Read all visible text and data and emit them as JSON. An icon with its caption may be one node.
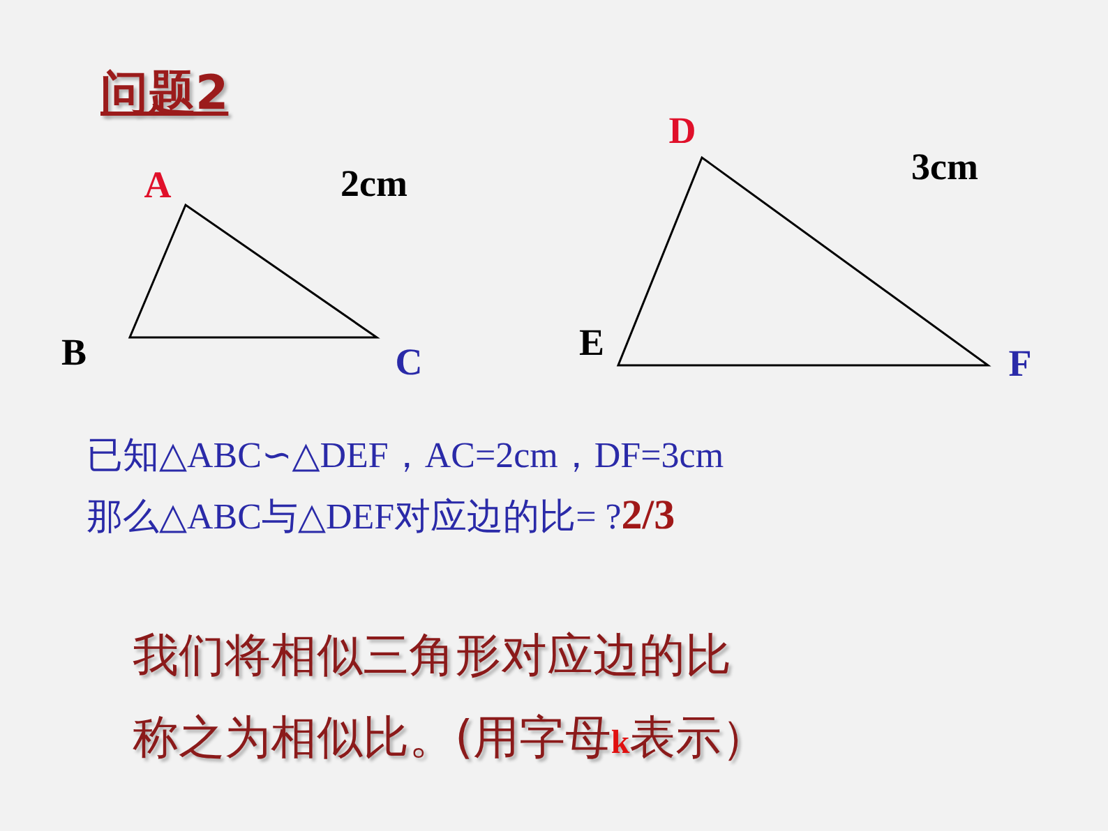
{
  "diagram": {
    "title": "问题2",
    "labels": [
      "A",
      "B",
      "C",
      "2cm",
      "D",
      "E",
      "F",
      "3cm",
      "已知△ABC∽△DEF，AC=2cm，DF=3cm",
      "那么△ABC与△DEF对应边的比= ?**2/3**",
      "我们将相似三角形对应边的比",
      "称之为相似比。(用字母**k**表示）"
    ]
  }
}
